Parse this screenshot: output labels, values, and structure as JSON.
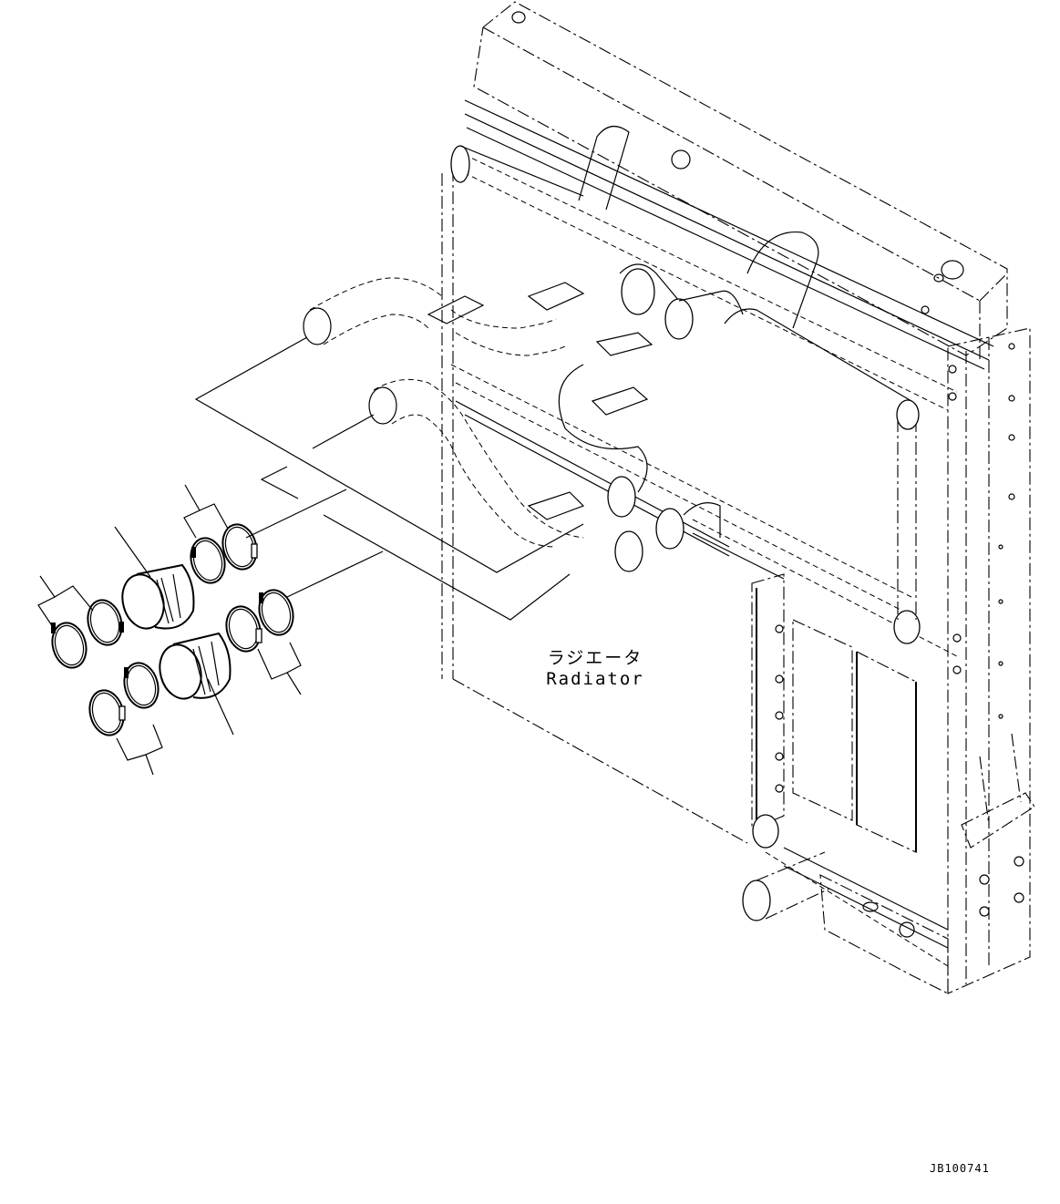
{
  "diagram": {
    "type": "exploded-parts-view",
    "subject": "Radiator hose connections",
    "main_label": {
      "japanese": "ラジエータ",
      "english": "Radiator"
    },
    "drawing_code": "JB100741",
    "parts": [
      {
        "name": "radiator-assembly",
        "label": "Radiator",
        "position": "right"
      },
      {
        "name": "hose-upper",
        "type": "rubber hose",
        "position": "left-upper"
      },
      {
        "name": "hose-lower",
        "type": "rubber hose",
        "position": "left-lower"
      },
      {
        "name": "clamp-group-1",
        "type": "hose clamp pair",
        "position": "far-left-upper"
      },
      {
        "name": "clamp-group-2",
        "type": "hose clamp pair",
        "position": "upper-right of hoses"
      },
      {
        "name": "clamp-group-3",
        "type": "hose clamp pair",
        "position": "far-left-lower"
      },
      {
        "name": "clamp-group-4",
        "type": "hose clamp pair",
        "position": "lower-right of hoses"
      }
    ],
    "colors": {
      "line": "#000000",
      "background": "#ffffff"
    }
  }
}
